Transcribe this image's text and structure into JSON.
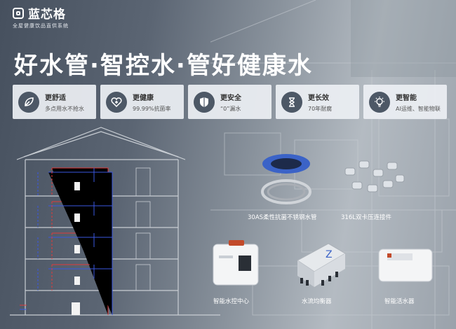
{
  "brand": {
    "name": "蓝芯格",
    "tagline": "全屋健康饮品直供系统"
  },
  "headline": "好水管·智控水·管好健康水",
  "features": [
    {
      "icon": "leaf-icon",
      "title": "更舒适",
      "desc": "多点用水不抢水"
    },
    {
      "icon": "heart-plus-icon",
      "title": "更健康",
      "desc": "99.99%抗菌率"
    },
    {
      "icon": "shield-icon",
      "title": "更安全",
      "desc": "“0”漏水"
    },
    {
      "icon": "hourglass-icon",
      "title": "更长效",
      "desc": "70年耐腐"
    },
    {
      "icon": "bulb-icon",
      "title": "更智能",
      "desc": "AI运维、智能物联"
    }
  ],
  "products": [
    {
      "name": "30AS柔性抗菌不锈钢水管"
    },
    {
      "name": "316L双卡压连接件"
    },
    {
      "name": "智能水控中心"
    },
    {
      "name": "水流均衡器"
    },
    {
      "name": "智能活水器"
    }
  ],
  "colors": {
    "card_bg": "#eceff3",
    "icon_bg": "#4d5866",
    "pipe_red": "#e03a3a",
    "pipe_blue": "#3a57e0",
    "bg_dark": "#46505e"
  }
}
